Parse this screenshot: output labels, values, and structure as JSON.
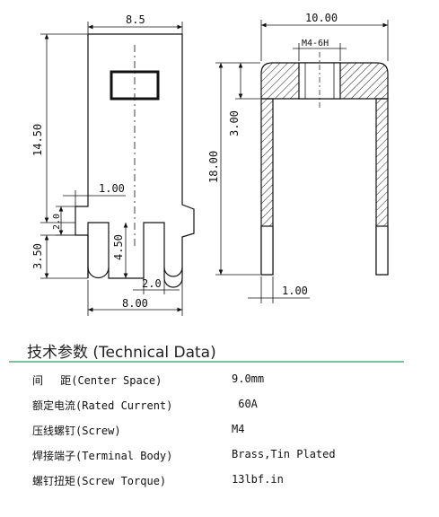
{
  "front_view": {
    "width_top": "8.5",
    "height": "14.50",
    "step": "1.00",
    "notch": "2.0",
    "lower": "3.50",
    "slot_depth": "4.50",
    "slot_width": "2.0",
    "width_bottom": "8.00"
  },
  "side_view": {
    "width": "10.00",
    "thread": "M4-6H",
    "top_thickness": "3.00",
    "leg_height": "18.00",
    "leg_thickness": "1.00"
  },
  "section_title": "技术参数 (Technical Data)",
  "specs": [
    {
      "label": "间　 距(Center Space)",
      "value": "9.0mm"
    },
    {
      "label": "额定电流(Rated Current)",
      "value": " 60A"
    },
    {
      "label": "压线螺钉(Screw)",
      "value": "M4"
    },
    {
      "label": "焊接端子(Terminal Body)",
      "value": "Brass,Tin Plated"
    },
    {
      "label": "螺钉扭矩(Screw Torque)",
      "value": "13lbf.in"
    }
  ]
}
